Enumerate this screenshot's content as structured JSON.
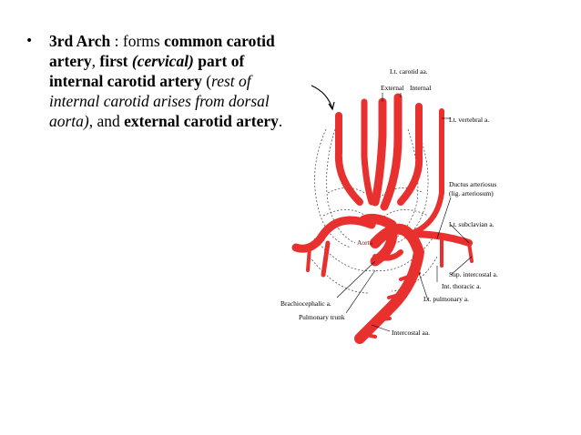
{
  "slide": {
    "bullet_char": "•",
    "paragraph": {
      "p1": "3rd Arch",
      "p2": " : forms ",
      "p3": "common carotid artery",
      "p4": ", ",
      "p5": "first ",
      "p6": "(cervical)",
      "p7": " part of internal carotid artery",
      "p8": " (",
      "p9": "rest of internal carotid arises from dorsal aorta)",
      "p10": ", and ",
      "p11": "external carotid artery",
      "p12": "."
    }
  },
  "diagram": {
    "labels": {
      "lt_carotid": "Lt. carotid aa.",
      "external": "External",
      "internal": "Internal",
      "lt_vertebral": "Lt. vertebral a.",
      "ductus": "Ductus arteriosus",
      "lig": "(lig. arteriosum)",
      "lt_subclavian": "Lt. subclavian a.",
      "aorta": "Aorta",
      "sup_intercostal": "Sup. intercostal a.",
      "int_thoracic": "Int. thoracic a.",
      "lt_pulmonary": "Lt. pulmonary a.",
      "brachiocephalic": "Brachiocephalic a.",
      "pulmonary_trunk": "Pulmonary trunk",
      "intercostal": "Intercostal aa."
    },
    "colors": {
      "artery": "#e8312f",
      "dashed": "#555555"
    }
  }
}
